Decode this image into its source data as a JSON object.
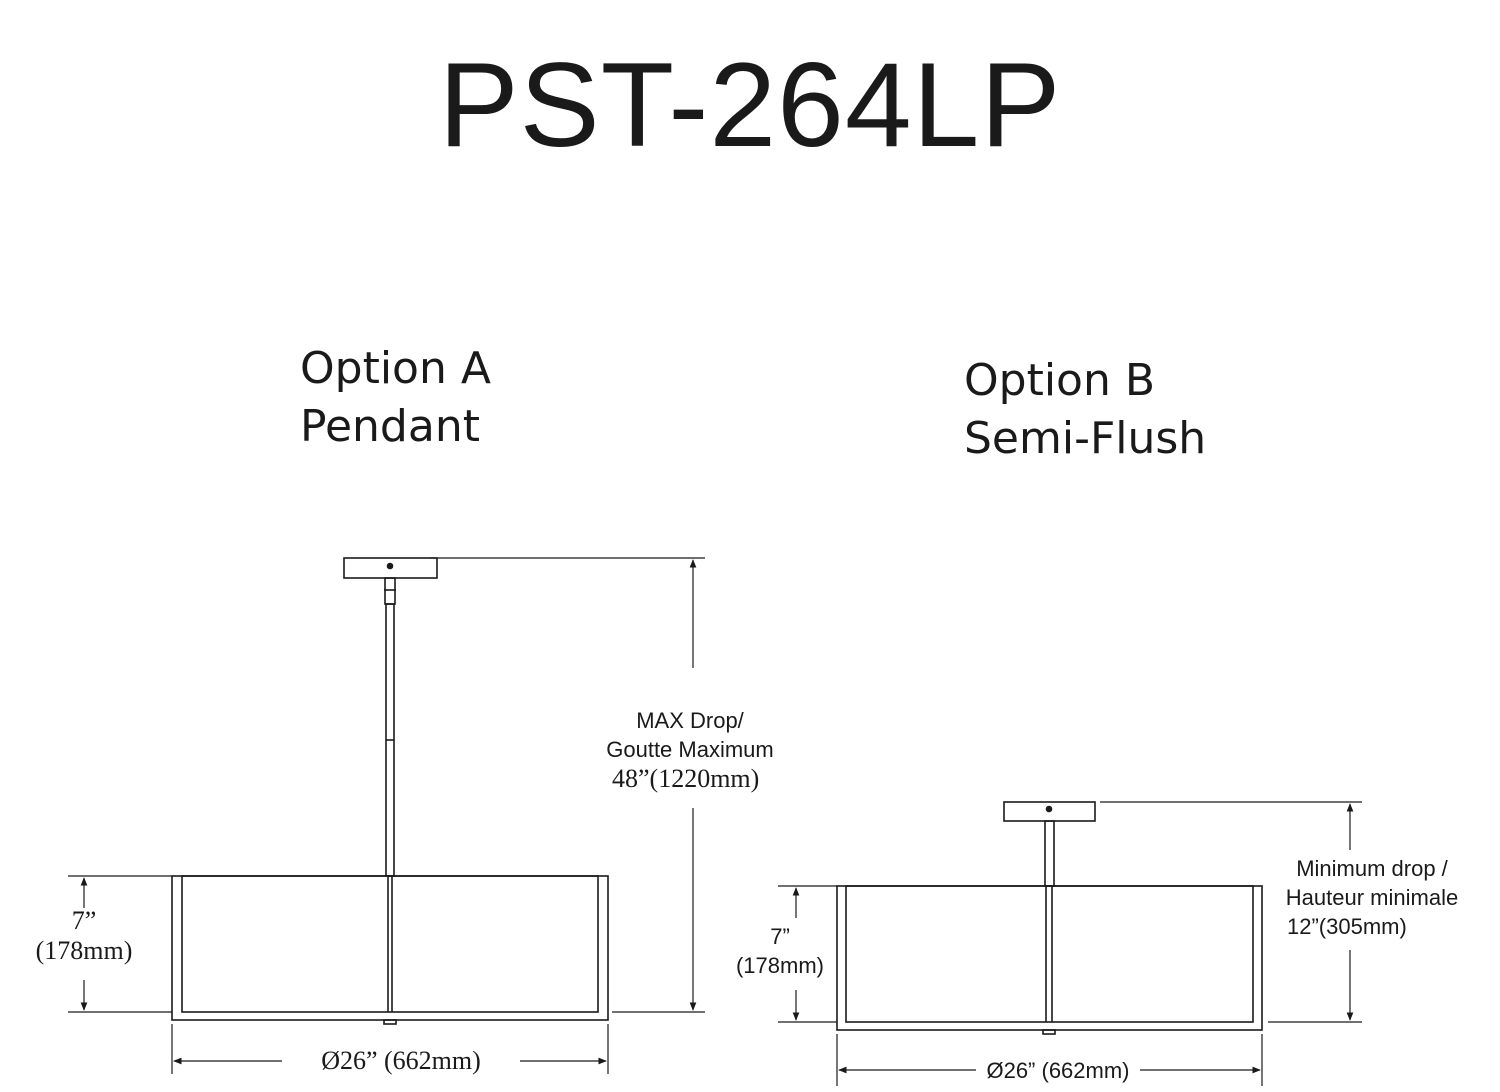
{
  "title": "PST-264LP",
  "option_a": {
    "line1": "Option A",
    "line2": "Pendant",
    "height_value": "7”",
    "height_mm": "(178mm)",
    "drop_label_1": "MAX Drop/",
    "drop_label_2": "Goutte Maximum",
    "drop_value": "48”(1220mm)",
    "width_value": "Ø26” (662mm)"
  },
  "option_b": {
    "line1": "Option B",
    "line2": "Semi-Flush",
    "height_value": "7”",
    "height_mm": "(178mm)",
    "drop_label_1": "Minimum drop /",
    "drop_label_2": "Hauteur minimale",
    "drop_value": "12”(305mm)",
    "width_value": "Ø26” (662mm)"
  },
  "colors": {
    "line": "#1a1a1a",
    "background": "#ffffff"
  }
}
